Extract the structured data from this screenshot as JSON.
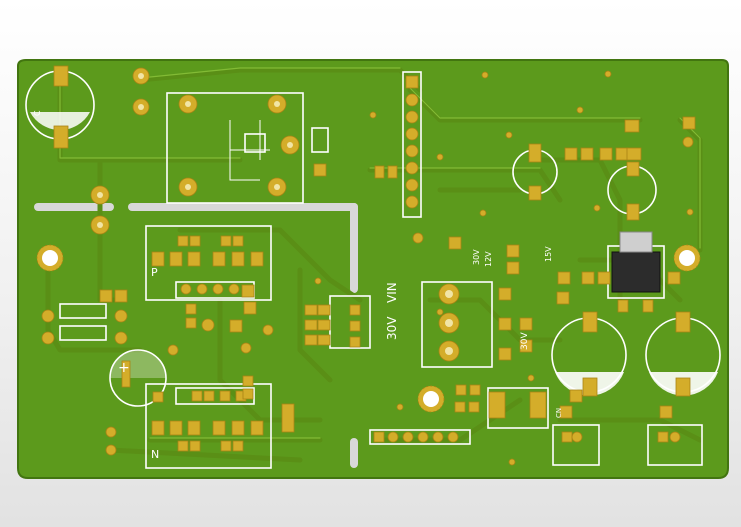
{
  "board": {
    "colors": {
      "board": "#5c9a1c",
      "board_edge": "#427510",
      "trace": "#5a8f16",
      "pad": "#d4ad2a",
      "silkscreen": "#ffffff",
      "cutout": "#d8d8d8"
    },
    "labels": {
      "vin": "VIN",
      "v30": "30V",
      "v12": "12V",
      "v15": "15V",
      "n_mark": "N",
      "p_mark": "P",
      "plus": "+",
      "c_a": "C",
      "cn": "CN"
    }
  }
}
